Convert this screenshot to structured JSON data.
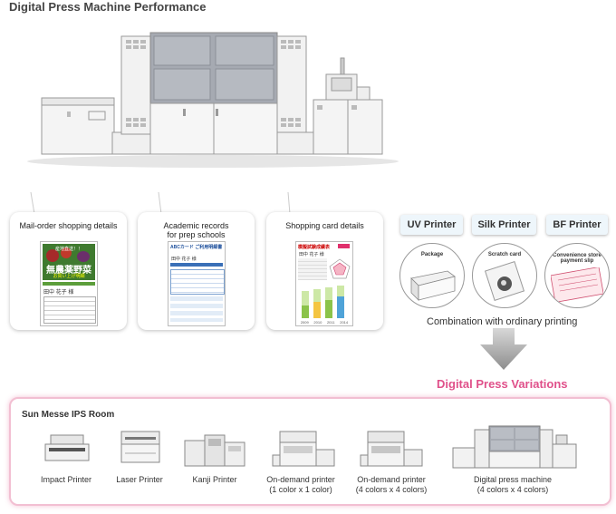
{
  "title": "Digital Press Machine Performance",
  "samples": [
    {
      "label": "Mail-order shopping details",
      "flyer_title": "無農薬野菜",
      "flyer_sub": "お買い上げ明細",
      "flyer_top": "産地直送！！",
      "name": "田中 花子 様"
    },
    {
      "label_line1": "Academic records",
      "label_line2": "for prep schools",
      "card_header": "ABCカード ご利用明細書",
      "name": "田中 花子 様"
    },
    {
      "label": "Shopping card details",
      "sheet_header": "模擬試験成績表",
      "name": "田中 花子 様",
      "years": [
        "2009",
        "2010",
        "2011",
        "2014"
      ]
    }
  ],
  "printers": [
    {
      "label": "UV Printer",
      "sample": "Package"
    },
    {
      "label": "Silk Printer",
      "sample": "Scratch card"
    },
    {
      "label": "BF Printer",
      "sample_line1": "Convenience store",
      "sample_line2": "payment slip"
    }
  ],
  "combination_text": "Combination with ordinary printing",
  "variations_text": "Digital Press Variations",
  "room": {
    "title": "Sun Messe IPS Room",
    "devices": [
      {
        "line1": "Impact Printer",
        "line2": ""
      },
      {
        "line1": "Laser Printer",
        "line2": ""
      },
      {
        "line1": "Kanji Printer",
        "line2": ""
      },
      {
        "line1": "On-demand printer",
        "line2": "(1 color x 1 color)"
      },
      {
        "line1": "On-demand printer",
        "line2": "(4 colors x 4 colors)"
      },
      {
        "line1": "Digital press machine",
        "line2": "(4 colors x 4 colors)"
      }
    ]
  },
  "colors": {
    "accent": "#e0508a",
    "room_border": "#f2bfd2",
    "machine_gray": "#a6aab2",
    "chip_bg": "#eef6fb"
  }
}
